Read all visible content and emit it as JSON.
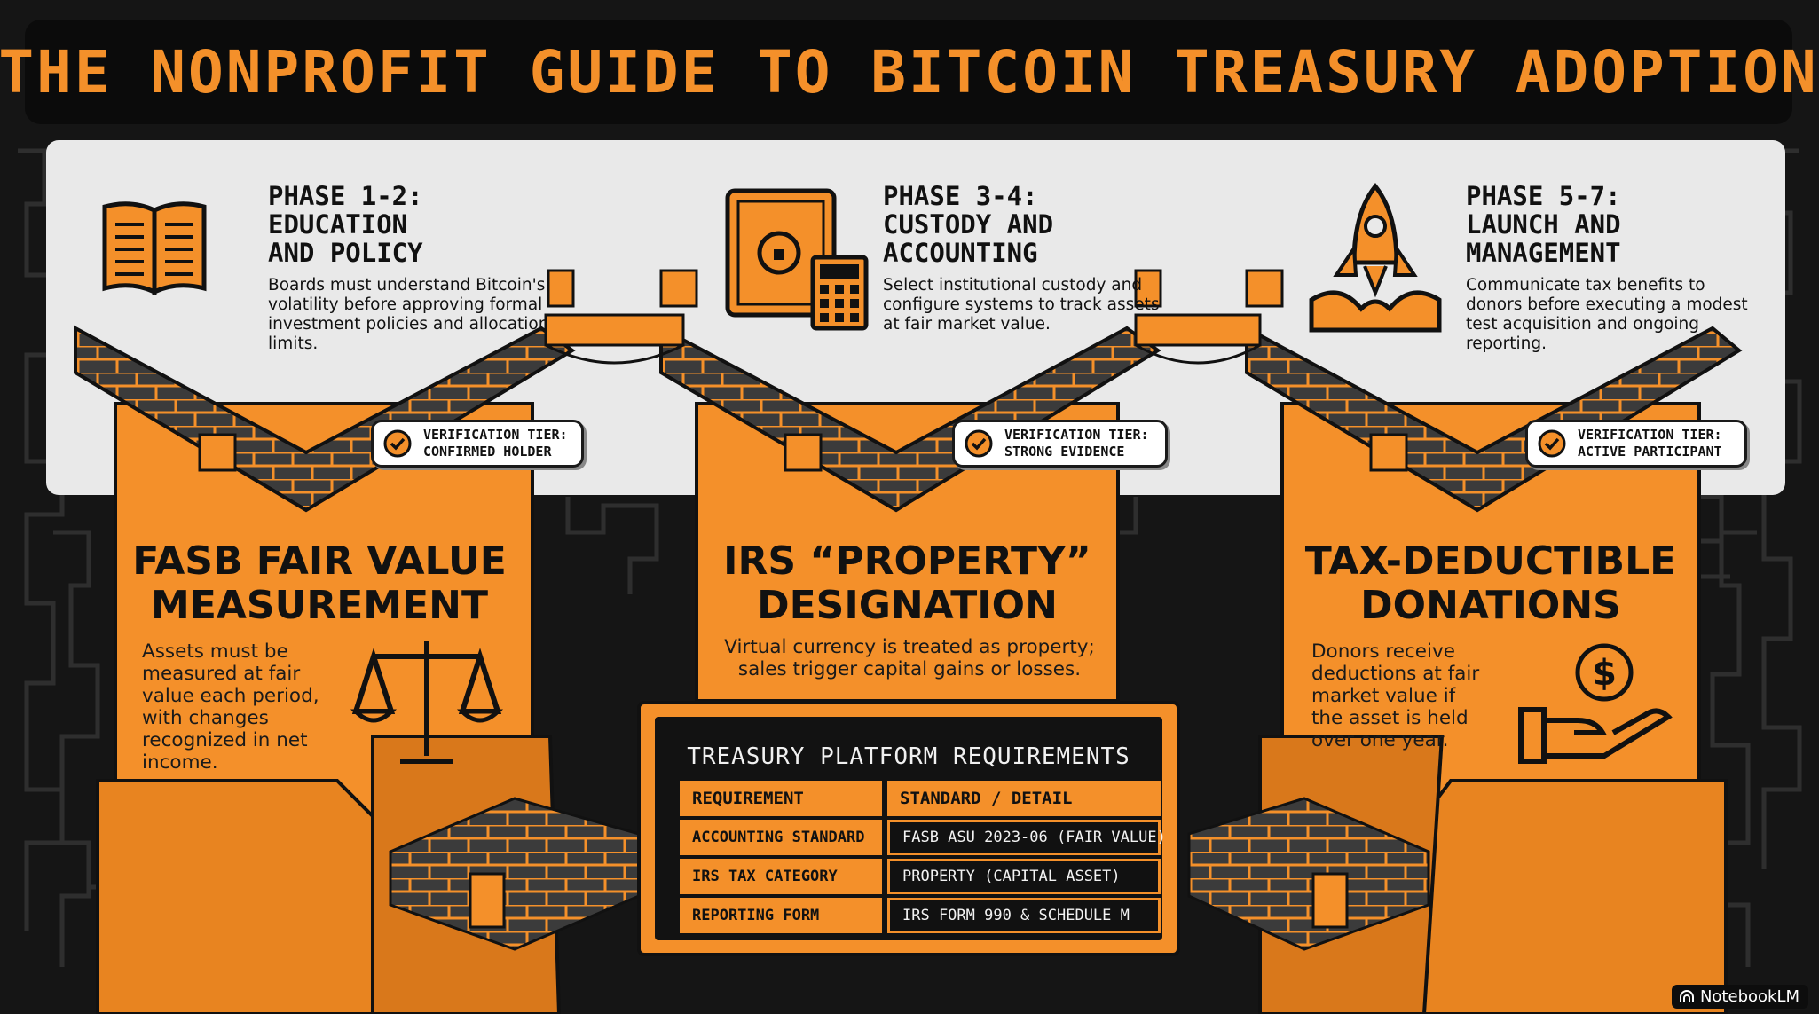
{
  "title": "THE NONPROFIT GUIDE TO BITCOIN TREASURY ADOPTION",
  "colors": {
    "accent": "#f4902a",
    "dark": "#111111",
    "panel": "#e9e9e9"
  },
  "phases": [
    {
      "title": "PHASE 1-2:\nEDUCATION\nAND POLICY",
      "desc": "Boards must understand Bitcoin's volatility before approving formal investment policies and allocation limits.",
      "icon": "open-book-icon"
    },
    {
      "title": "PHASE 3-4:\nCUSTODY AND\nACCOUNTING",
      "desc": "Select institutional custody and configure systems to track assets at fair market value.",
      "icon": "safe-calculator-icon"
    },
    {
      "title": "PHASE 5-7:\nLAUNCH AND\nMANAGEMENT",
      "desc": "Communicate tax benefits to donors before executing a modest test acquisition and ongoing reporting.",
      "icon": "rocket-launch-icon"
    }
  ],
  "badges": [
    "VERIFICATION TIER:\nCONFIRMED HOLDER",
    "VERIFICATION TIER:\nSTRONG EVIDENCE",
    "VERIFICATION TIER:\nACTIVE PARTICIPANT"
  ],
  "pillars": [
    {
      "title": "FASB FAIR VALUE\nMEASUREMENT",
      "desc": "Assets must be measured at fair value each period, with changes recognized in net income.",
      "icon": "scales-icon"
    },
    {
      "title": "IRS “PROPERTY”\nDESIGNATION",
      "desc": "Virtual currency is treated as property; sales trigger capital gains or losses."
    },
    {
      "title": "TAX-DEDUCTIBLE\nDONATIONS",
      "desc": "Donors receive deductions at fair market value if the asset is held over one year.",
      "icon": "hand-coin-icon"
    }
  ],
  "requirements": {
    "title": "TREASURY PLATFORM REQUIREMENTS",
    "headers": [
      "REQUIREMENT",
      "STANDARD / DETAIL"
    ],
    "rows": [
      [
        "ACCOUNTING STANDARD",
        "FASB ASU 2023-06 (FAIR VALUE)"
      ],
      [
        "IRS TAX CATEGORY",
        "PROPERTY (CAPITAL ASSET)"
      ],
      [
        "REPORTING FORM",
        "IRS FORM 990 & SCHEDULE M"
      ]
    ]
  },
  "watermark": "NotebookLM"
}
